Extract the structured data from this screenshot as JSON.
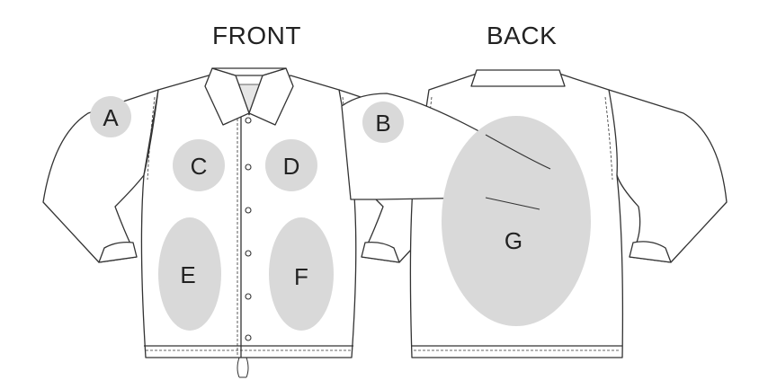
{
  "diagram": {
    "front_title": "FRONT",
    "back_title": "BACK",
    "zone_color": "#d9d9d9",
    "outline_color": "#333333",
    "zones": [
      {
        "id": "A",
        "label": "A"
      },
      {
        "id": "B",
        "label": "B"
      },
      {
        "id": "C",
        "label": "C"
      },
      {
        "id": "D",
        "label": "D"
      },
      {
        "id": "E",
        "label": "E"
      },
      {
        "id": "F",
        "label": "F"
      },
      {
        "id": "G",
        "label": "G"
      }
    ]
  }
}
